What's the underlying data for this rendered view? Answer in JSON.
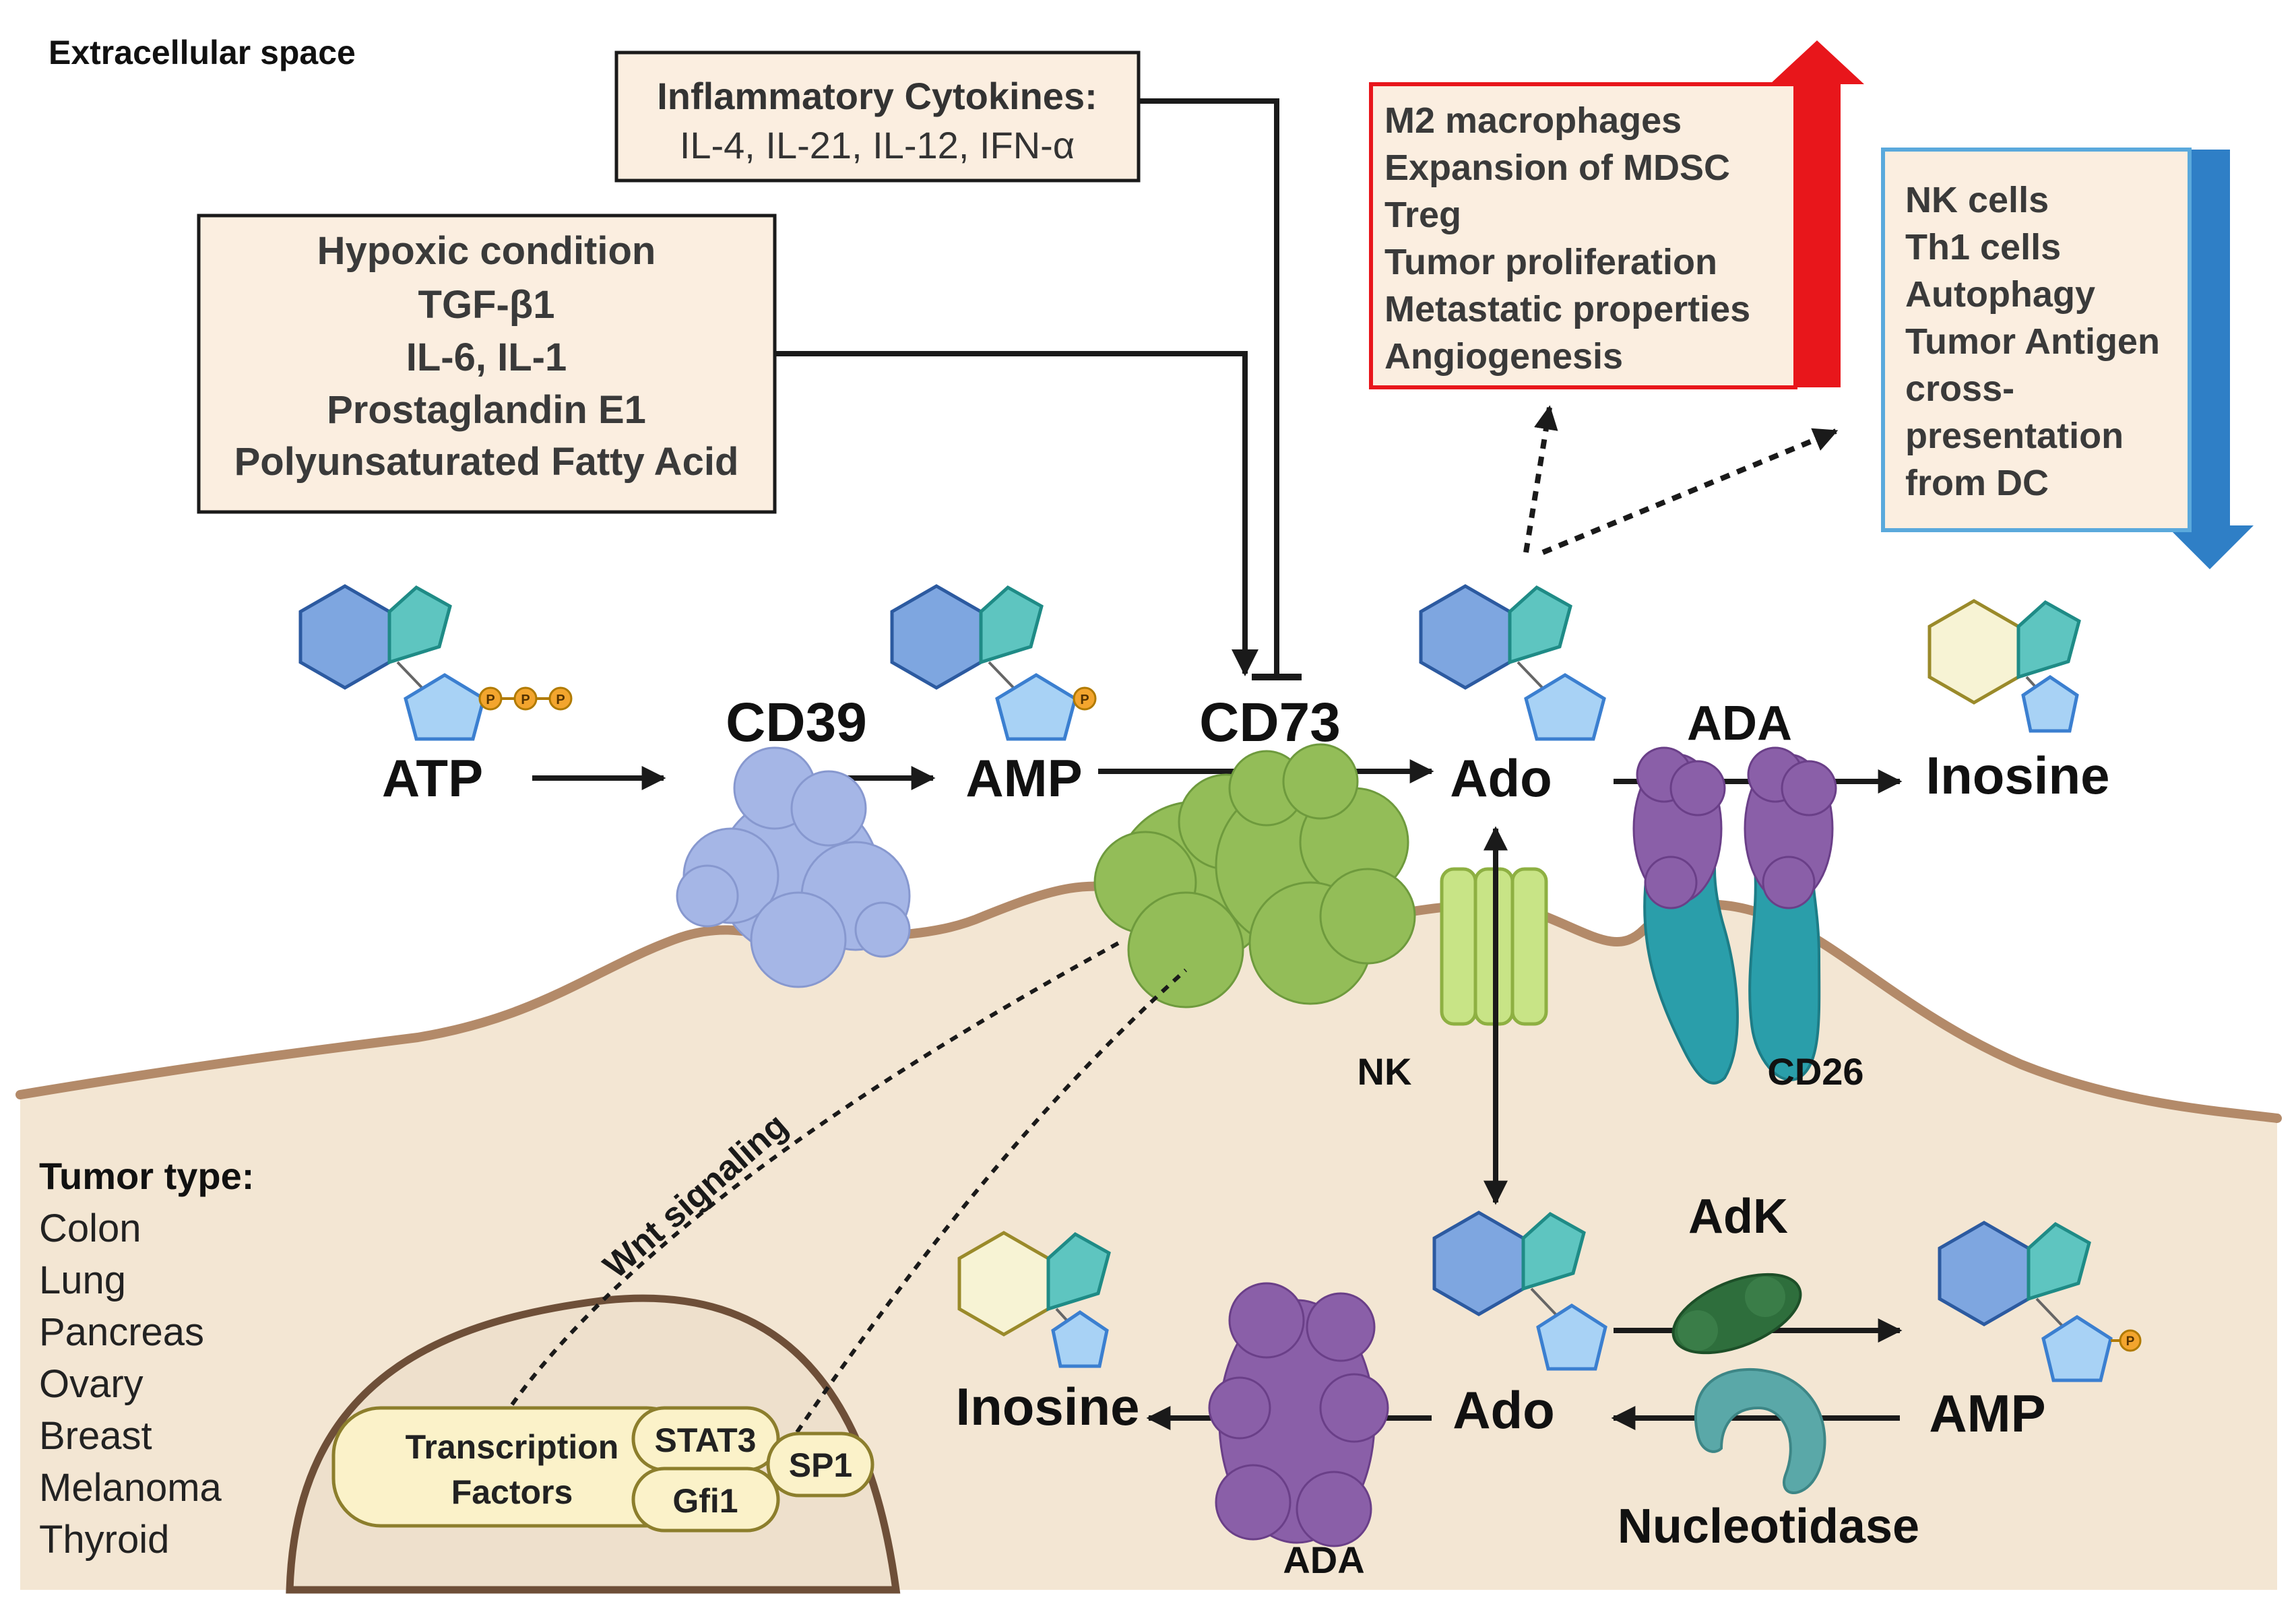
{
  "extracellular_label": "Extracellular space",
  "inflammatory_box": {
    "title": "Inflammatory Cytokines:",
    "items": "IL-4, IL-21, IL-12, IFN-α"
  },
  "hypoxic_box": {
    "lines": [
      "Hypoxic condition",
      "TGF-β1",
      "IL-6, IL-1",
      "Prostaglandin E1",
      "Polyunsaturated Fatty Acid"
    ]
  },
  "increase_box": {
    "lines": [
      "M2 macrophages",
      "Expansion of MDSC",
      "Treg",
      "Tumor proliferation",
      "Metastatic properties",
      "Angiogenesis"
    ],
    "color": "#e8161b"
  },
  "decrease_box": {
    "lines": [
      "NK cells",
      "Th1 cells",
      "Autophagy",
      "Tumor Antigen",
      "cross-",
      "presentation",
      "from DC"
    ],
    "color": "#2f7fc6"
  },
  "molecules": {
    "atp": "ATP",
    "amp_top": "AMP",
    "ado_top": "Ado",
    "inosine_top": "Inosine",
    "ado_bottom": "Ado",
    "amp_bottom": "AMP",
    "inosine_bottom": "Inosine",
    "phosphate": "P"
  },
  "enzymes": {
    "cd39": "CD39",
    "cd73": "CD73",
    "ada_top": "ADA",
    "cd26": "CD26",
    "nk": "NK",
    "adk": "AdK",
    "nucleotidase": "Nucleotidase",
    "ada_bottom": "ADA"
  },
  "wnt_label": "Wnt signaling",
  "tumor_types": {
    "title": "Tumor type:",
    "items": [
      "Colon",
      "Lung",
      "Pancreas",
      "Ovary",
      "Breast",
      "Melanoma",
      "Thyroid"
    ]
  },
  "nucleus": {
    "tf_line1": "Transcription",
    "tf_line2": "Factors",
    "stat3": "STAT3",
    "gfi1": "Gfi1",
    "sp1": "SP1"
  },
  "colors": {
    "cell_fill": "#f3e6d3",
    "membrane": "#b38a69",
    "box_fill": "#fbeee0",
    "cd39_protein": "#a5b6e6",
    "cd73_protein": "#93bd58",
    "ada_protein": "#8a5fa8",
    "cd26_protein": "#2a9eaa",
    "adk_protein": "#2e6e3c",
    "nucleotidase_protein": "#5aa8a8",
    "channel": "#c8e486"
  }
}
